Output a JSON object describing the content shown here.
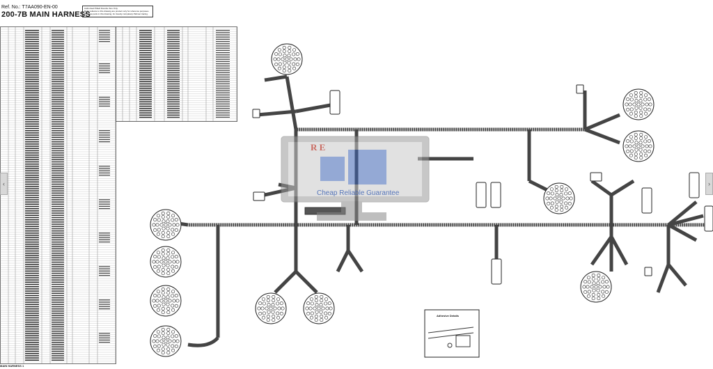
{
  "document": {
    "number_prefix": "Ref. No.:",
    "number": "T7AA090-EN-00",
    "title": "200-7B MAIN HARNESS",
    "footer": "MAIN HARNESS 1"
  },
  "notice": {
    "lines": [
      "Authorised Pilkell Doushe thou Only.",
      "Refer reliance to this drawing are product only for reference purposes.",
      "Do show parts in this drawing, for cleanly cornpletely Pahmet tracing."
    ]
  },
  "watermark": {
    "brand_letters": "R E",
    "tagline": "Cheap Reliable Guarantee"
  },
  "detail_box": {
    "title": "Adhesive Details"
  },
  "navigation": {
    "prev_symbol": "‹",
    "next_symbol": "›"
  },
  "colors": {
    "harness": "#444444",
    "watermark_blue": "#3e63b3",
    "watermark_red": "#c0392b",
    "monitor_gray": "#8a8a8a"
  }
}
